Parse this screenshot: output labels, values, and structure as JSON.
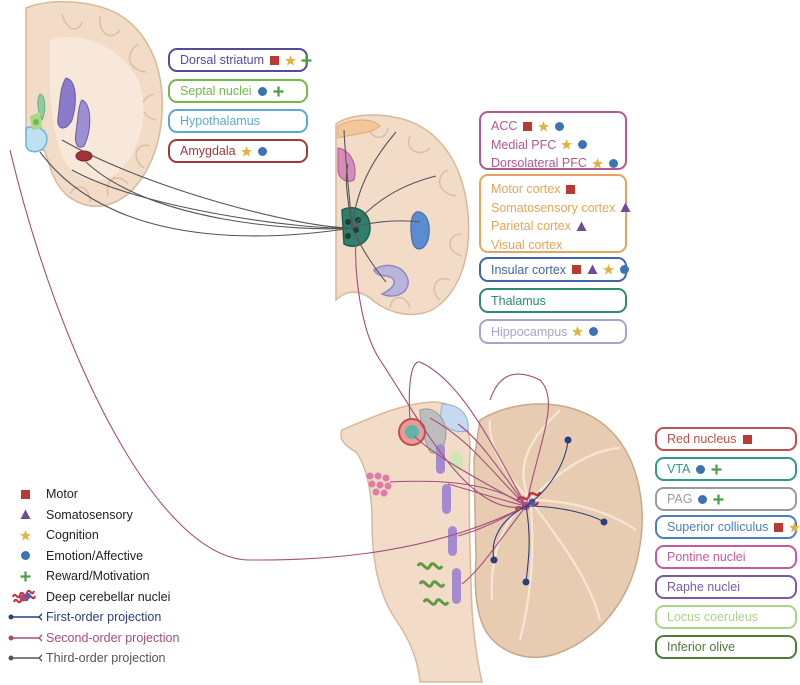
{
  "colors": {
    "motor": "#b83a33",
    "somatosensory": "#6b4d9a",
    "cognition": "#e2b33f",
    "emotion": "#3b73b4",
    "reward": "#4ba044",
    "first_order": "#2b3f7e",
    "second_order": "#a34d7d",
    "third_order": "#555555",
    "tissue": "#f2dcc8",
    "tissue_dark": "#e1bfa3",
    "cerebellum": "#e7ccb2"
  },
  "boxes": [
    {
      "id": "dorsal-striatum",
      "label": "Dorsal striatum",
      "color": "#564a9a",
      "symbols": [
        "motor",
        "cognition",
        "reward"
      ]
    },
    {
      "id": "septal-nuclei",
      "label": "Septal nuclei",
      "color": "#74b84b",
      "symbols": [
        "emotion",
        "reward"
      ]
    },
    {
      "id": "hypothalamus",
      "label": "Hypothalamus",
      "color": "#5aaad2",
      "symbols": []
    },
    {
      "id": "amygdala",
      "label": "Amygdala",
      "color": "#9e3a3d",
      "symbols": [
        "cognition",
        "emotion"
      ]
    },
    {
      "id": "cortex-frontal",
      "color": "#b25893",
      "rows": [
        {
          "label": "ACC",
          "symbols": [
            "motor",
            "cognition",
            "emotion"
          ]
        },
        {
          "label": "Medial PFC",
          "symbols": [
            "cognition",
            "emotion"
          ]
        },
        {
          "label": "Dorsolateral PFC",
          "symbols": [
            "cognition",
            "emotion"
          ]
        }
      ]
    },
    {
      "id": "cortex-sensorimotor",
      "color": "#e5a55c",
      "rows": [
        {
          "label": "Motor cortex",
          "symbols": [
            "motor"
          ]
        },
        {
          "label": "Somatosensory cortex",
          "symbols": [
            "somatosensory"
          ]
        },
        {
          "label": "Parietal cortex",
          "symbols": [
            "somatosensory"
          ]
        },
        {
          "label": "Visual cortex",
          "symbols": []
        }
      ]
    },
    {
      "id": "insular-cortex",
      "label": "Insular cortex",
      "color": "#3e66a8",
      "symbols": [
        "motor",
        "somatosensory",
        "cognition",
        "emotion"
      ]
    },
    {
      "id": "thalamus",
      "label": "Thalamus",
      "color": "#2d8a74",
      "symbols": []
    },
    {
      "id": "hippocampus",
      "label": "Hippocampus",
      "color": "#a7a3cc",
      "symbols": [
        "cognition",
        "emotion"
      ]
    },
    {
      "id": "red-nucleus",
      "label": "Red nucleus",
      "color": "#c0504d",
      "symbols": [
        "motor"
      ]
    },
    {
      "id": "vta",
      "label": "VTA",
      "color": "#2f9a88",
      "symbols": [
        "emotion",
        "reward"
      ]
    },
    {
      "id": "pag",
      "label": "PAG",
      "color": "#9a9a9a",
      "symbols": [
        "emotion",
        "reward"
      ]
    },
    {
      "id": "superior-colliculus",
      "label": "Superior colliculus",
      "color": "#4b7fc1",
      "symbols": [
        "motor",
        "cognition"
      ]
    },
    {
      "id": "pontine-nuclei",
      "label": "Pontine nuclei",
      "color": "#c85a9c",
      "symbols": []
    },
    {
      "id": "raphe-nuclei",
      "label": "Raphe nuclei",
      "color": "#7b5aa6",
      "symbols": []
    },
    {
      "id": "locus-coeruleus",
      "label": "Locus coeruleus",
      "color": "#a9d48a",
      "symbols": []
    },
    {
      "id": "inferior-olive",
      "label": "Inferior olive",
      "color": "#4e7a3a",
      "symbols": []
    }
  ],
  "legend": [
    {
      "symbol": "motor",
      "label": "Motor"
    },
    {
      "symbol": "somatosensory",
      "label": "Somatosensory"
    },
    {
      "symbol": "cognition",
      "label": "Cognition"
    },
    {
      "symbol": "emotion",
      "label": "Emotion/Affective"
    },
    {
      "symbol": "reward",
      "label": "Reward/Motivation"
    },
    {
      "symbol": "deep-nuclei",
      "label": "Deep cerebellar nuclei"
    },
    {
      "symbol": "first-order",
      "label": "First-order projection"
    },
    {
      "symbol": "second-order",
      "label": "Second-order projection"
    },
    {
      "symbol": "third-order",
      "label": "Third-order projection"
    }
  ]
}
